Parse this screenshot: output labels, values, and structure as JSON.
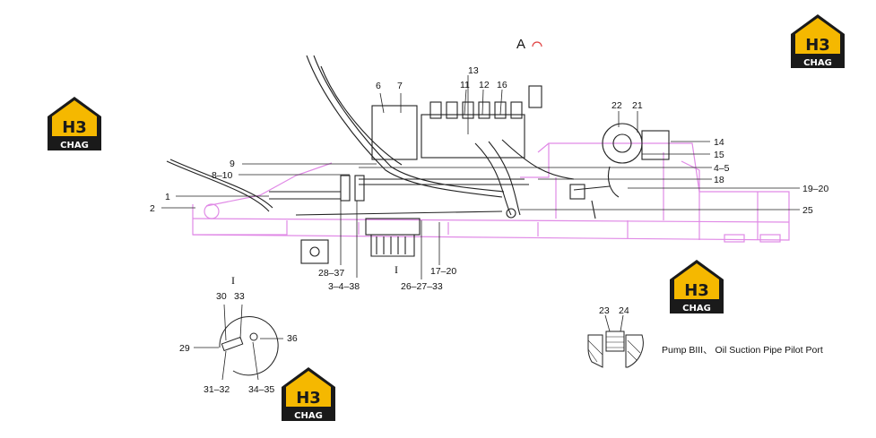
{
  "view_title": "A",
  "labels": {
    "l1": "1",
    "l2": "2",
    "l6": "6",
    "l7": "7",
    "l8_10": "8–10",
    "l9": "9",
    "l11": "11",
    "l12": "12",
    "l13": "13",
    "l16": "16",
    "l22": "22",
    "l21": "21",
    "l14": "14",
    "l15": "15",
    "l4_5": "4–5",
    "l18": "18",
    "l19_20": "19–20",
    "l25": "25",
    "l28_37": "28–37",
    "l3_4_38": "3–4–38",
    "l26_27_33": "26–27–33",
    "l17_20": "17–20",
    "roman_main": "I",
    "roman_detail": "I",
    "d30": "30",
    "d33": "33",
    "d29": "29",
    "d36": "36",
    "d31_32": "31–32",
    "d34_35": "34–35",
    "p23": "23",
    "p24": "24"
  },
  "caption": "Pump BIII、 Oil Suction Pipe Pilot Port",
  "logo": {
    "mark": "H3",
    "name": "CHAG"
  },
  "colors": {
    "frame": "#e08ae6",
    "logo_yellow": "#f5b800",
    "logo_black": "#1a1a1a"
  }
}
